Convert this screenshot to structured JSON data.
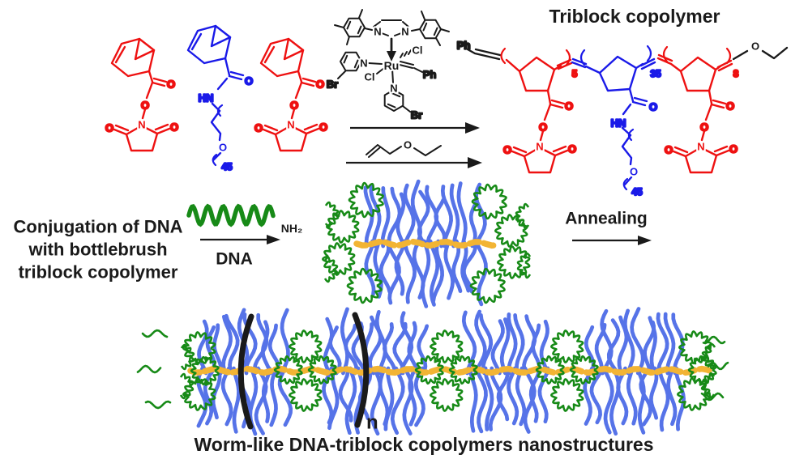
{
  "titles": {
    "triblock": "Triblock copolymer",
    "caption": "Worm-like DNA-triblock copolymers nanostructures"
  },
  "conjugation": {
    "line1": "Conjugation of DNA",
    "line2": "with bottlebrush",
    "line3": "triblock copolymer"
  },
  "process": {
    "dna_label": "DNA",
    "annealing_label": "Annealing",
    "amine_label": "NH₂",
    "repeat_label": "n"
  },
  "polymer": {
    "block1_dp": "5",
    "block2_dp": "35",
    "block3_dp": "8",
    "peg_dp": "45"
  },
  "atoms": {
    "O": "O",
    "N": "N",
    "HN": "HN",
    "Ru": "Ru",
    "Cl": "Cl",
    "Br": "Br",
    "Ph": "Ph"
  },
  "colors": {
    "nhs_red": "#EE1111",
    "peg_blue": "#1A1AE8",
    "brush_blue": "#5673E8",
    "dna_green": "#178A17",
    "backbone_yellow": "#F2B434",
    "ink": "#1A1A1A"
  }
}
